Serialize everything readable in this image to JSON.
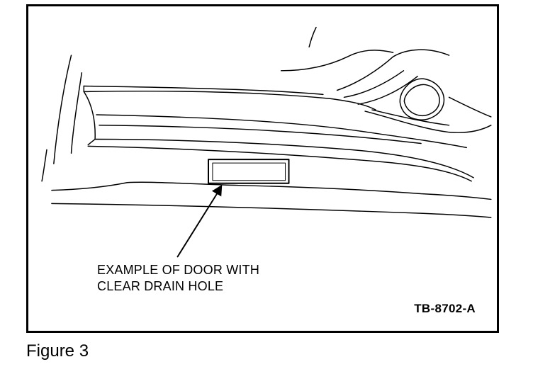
{
  "figure": {
    "callout_line1": "EXAMPLE OF DOOR WITH",
    "callout_line2": "CLEAR DRAIN HOLE",
    "code": "TB-8702-A"
  },
  "caption": "Figure 3"
}
